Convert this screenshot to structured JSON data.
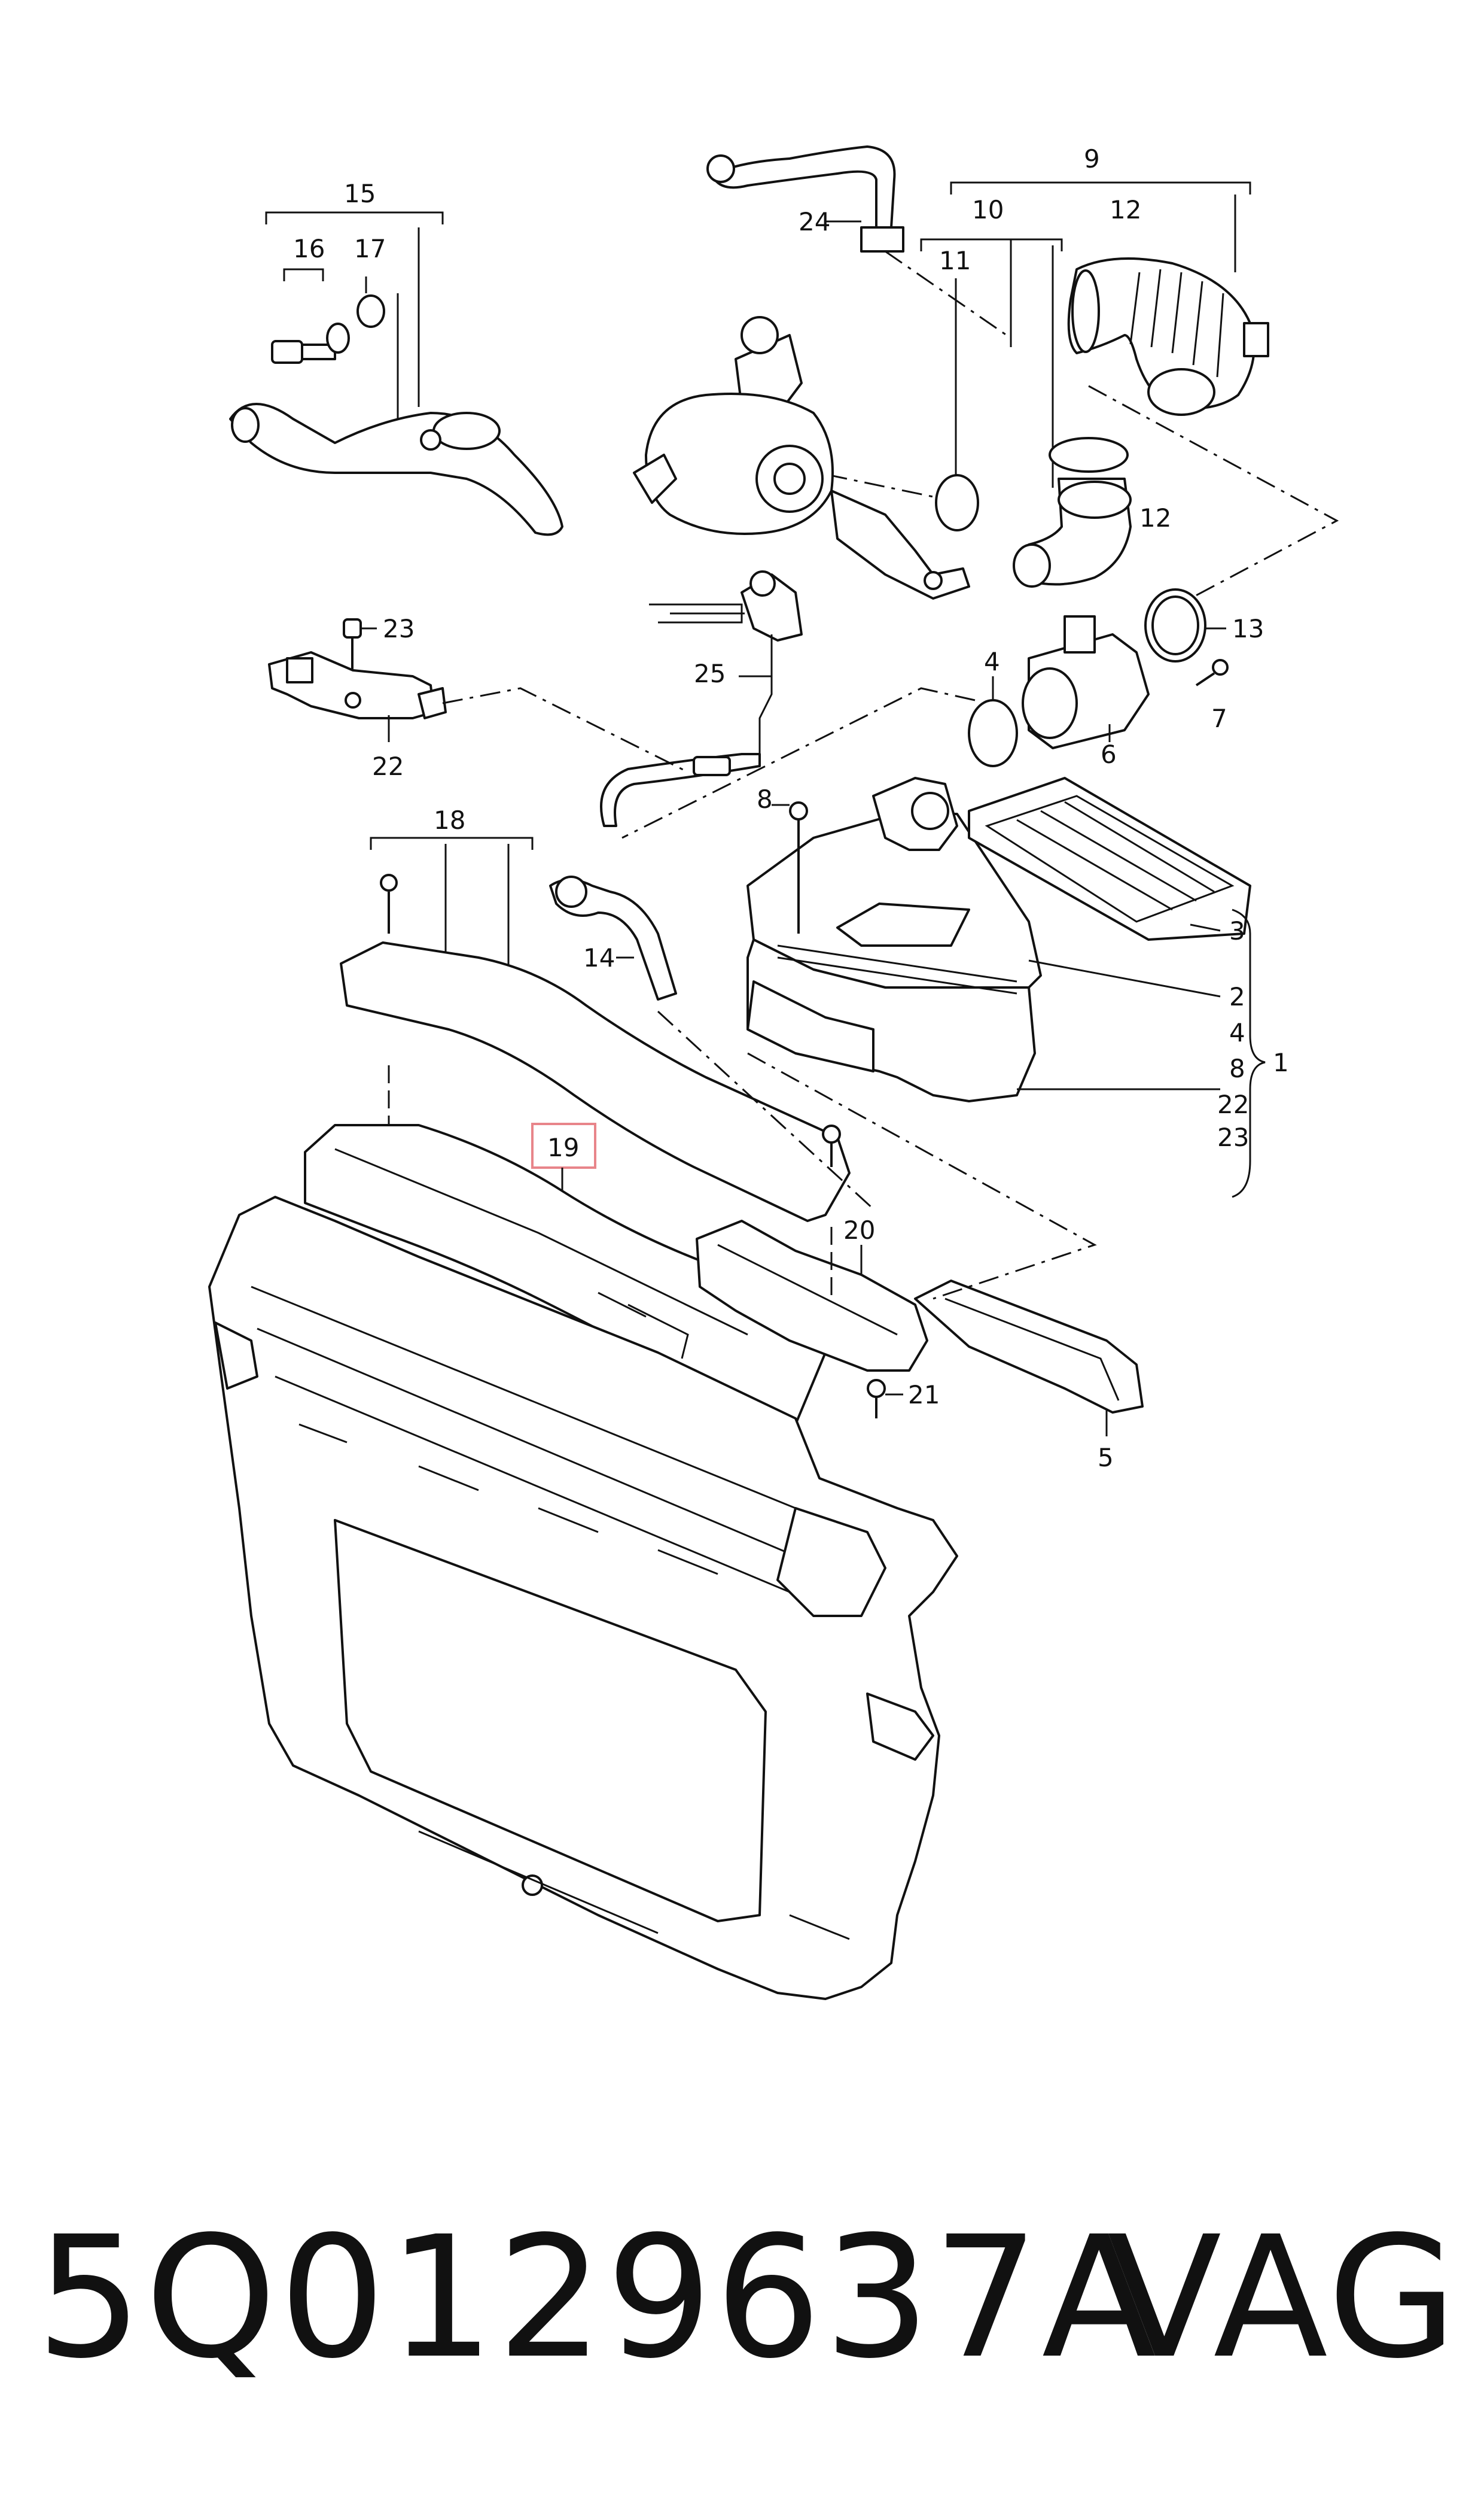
{
  "callouts": {
    "c1": "1",
    "c2": "2",
    "c3": "3",
    "c4a": "4",
    "c4b": "4",
    "c5": "5",
    "c6": "6",
    "c7": "7",
    "c8a": "8",
    "c8b": "8",
    "c9": "9",
    "c10": "10",
    "c11": "11",
    "c12a": "12",
    "c12b": "12",
    "c13": "13",
    "c14": "14",
    "c15": "15",
    "c16": "16",
    "c17": "17",
    "c18": "18",
    "c19": "19",
    "c20": "20",
    "c21": "21",
    "c22a": "22",
    "c22b": "22",
    "c23a": "23",
    "c23b": "23",
    "c24": "24",
    "c25": "25"
  },
  "highlight": {
    "callout": "19",
    "color": "#e8858a"
  },
  "footer": {
    "part_number": "5Q0129637A",
    "brand": "VAG"
  }
}
